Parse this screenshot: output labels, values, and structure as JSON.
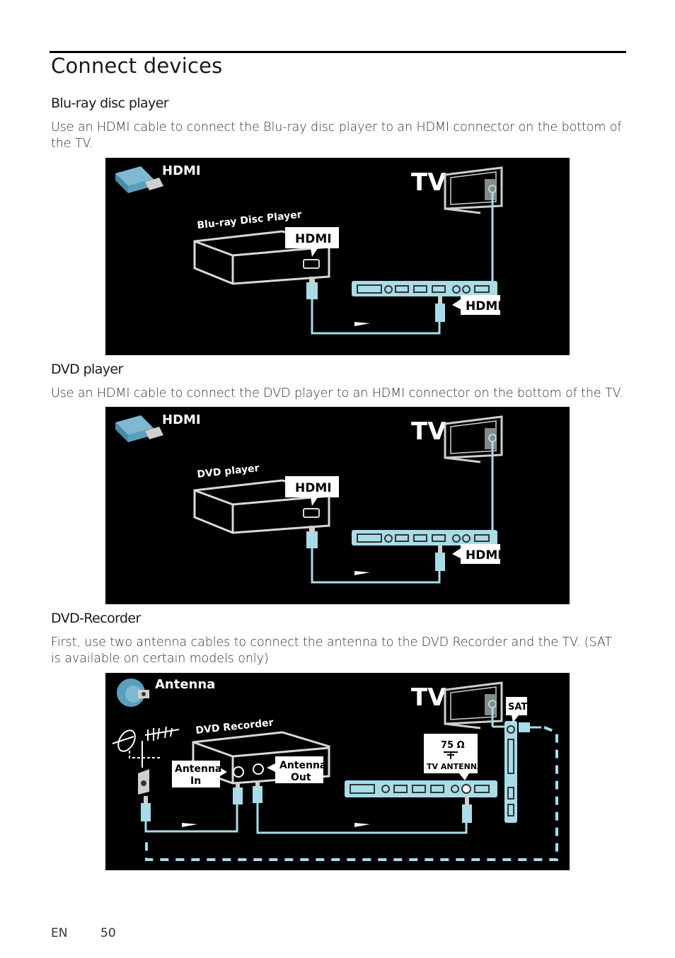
{
  "page": {
    "title": "Connect devices",
    "footer_lang": "EN",
    "footer_page": "50"
  },
  "sections": [
    {
      "title": "Blu-ray disc player",
      "body": "Use an HDMI cable to connect the Blu-ray disc player to an HDMI connector on the bottom of the TV.",
      "diagram": {
        "header": "HDMI",
        "tv": "TV",
        "device": "Blu-ray Disc Player",
        "device_port": "HDMI",
        "tv_port": "HDMI"
      }
    },
    {
      "title": "DVD player",
      "body": "Use an HDMI cable to connect the DVD player to an HDMI connector on the bottom of the TV.",
      "diagram": {
        "header": "HDMI",
        "tv": "TV",
        "device": "DVD player",
        "device_port": "HDMI",
        "tv_port": "HDMI"
      }
    },
    {
      "title": "DVD-Recorder",
      "body": "First, use two antenna cables to connect the antenna to the DVD Recorder and the TV. (SAT is available on certain models only)",
      "diagram": {
        "header": "Antenna",
        "tv": "TV",
        "device": "DVD Recorder",
        "antenna_in_1": "Antenna",
        "antenna_in_2": "In",
        "antenna_out_1": "Antenna",
        "antenna_out_2": "Out",
        "ohm": "75 Ω",
        "tv_antenna": "TV ANTENNA",
        "sat": "SAT"
      }
    }
  ],
  "colors": {
    "cable": "#a8dce8",
    "device_outline": "#d9d9d9",
    "background": "#000000"
  }
}
